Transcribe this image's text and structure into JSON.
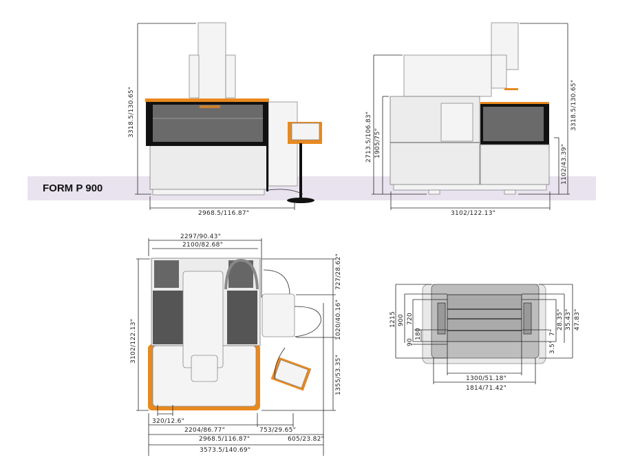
{
  "title": "FORM P 900",
  "colors": {
    "accent": "#e8891e",
    "band": "#e9e3ef"
  },
  "front_view": {
    "height": "3318.5/130.65\"",
    "width": "2968.5/116.87\""
  },
  "side_view": {
    "height_total": "3318.5/130.65\"",
    "height_cabinet": "2713.5/106.83\"",
    "height_table": "1905/75\"",
    "height_tank": "1102/43.39\"",
    "width": "3102/122.13\""
  },
  "top_view": {
    "width_outer": "2297/90.43\"",
    "width_inner": "2100/82.68\"",
    "depth": "3102/122.13\"",
    "right_top": "727/28.62\"",
    "right_mid": "1020/40.16\"",
    "right_bottom": "1355/53.35\"",
    "offset": "320/12.6\"",
    "base_width": "2204/86.77\"",
    "pendant_offset": "753/29.65\"",
    "overall_width": "2968.5/116.87\"",
    "pendant_extra": "605/23.82\"",
    "total_width": "3573.5/140.69\""
  },
  "table_view": {
    "left_dims": [
      "1215",
      "900",
      "720",
      "180",
      "90"
    ],
    "right_dims": [
      "47.83\"",
      "35.43\"",
      "28.35\"",
      "7\"",
      "3.5\""
    ],
    "width_inner": "1300/51.18\"",
    "width_outer": "1814/71.42\""
  }
}
